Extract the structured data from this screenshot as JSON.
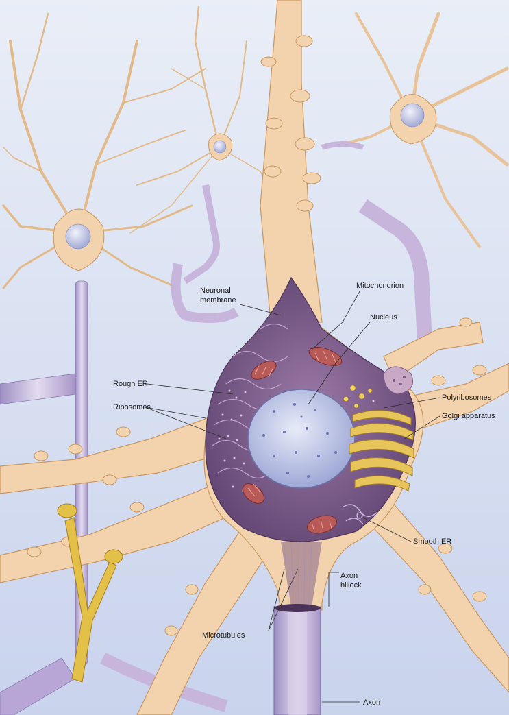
{
  "labels": {
    "neuronal_membrane_line1": "Neuronal",
    "neuronal_membrane_line2": "membrane",
    "mitochondrion": "Mitochondrion",
    "nucleus": "Nucleus",
    "rough_er": "Rough ER",
    "ribosomes": "Ribosomes",
    "polyribosomes": "Polyribosomes",
    "golgi_apparatus": "Golgi apparatus",
    "smooth_er": "Smooth ER",
    "axon_hillock_line1": "Axon",
    "axon_hillock_line2": "hillock",
    "microtubules": "Microtubules",
    "axon": "Axon"
  },
  "colors": {
    "background_top": "#e9eef7",
    "background_bottom": "#ccd6ee",
    "dendrite": "#f3d3ad",
    "dendrite_edge": "#c9965f",
    "cytoplasm": "#7a5a86",
    "cytoplasm_light": "#b394bb",
    "nucleus": "#c6cde9",
    "myelin": "#c8b6dc",
    "golgi": "#e8c55a",
    "mitochondrion": "#b85a57",
    "synapse_yellow": "#e3c047"
  }
}
